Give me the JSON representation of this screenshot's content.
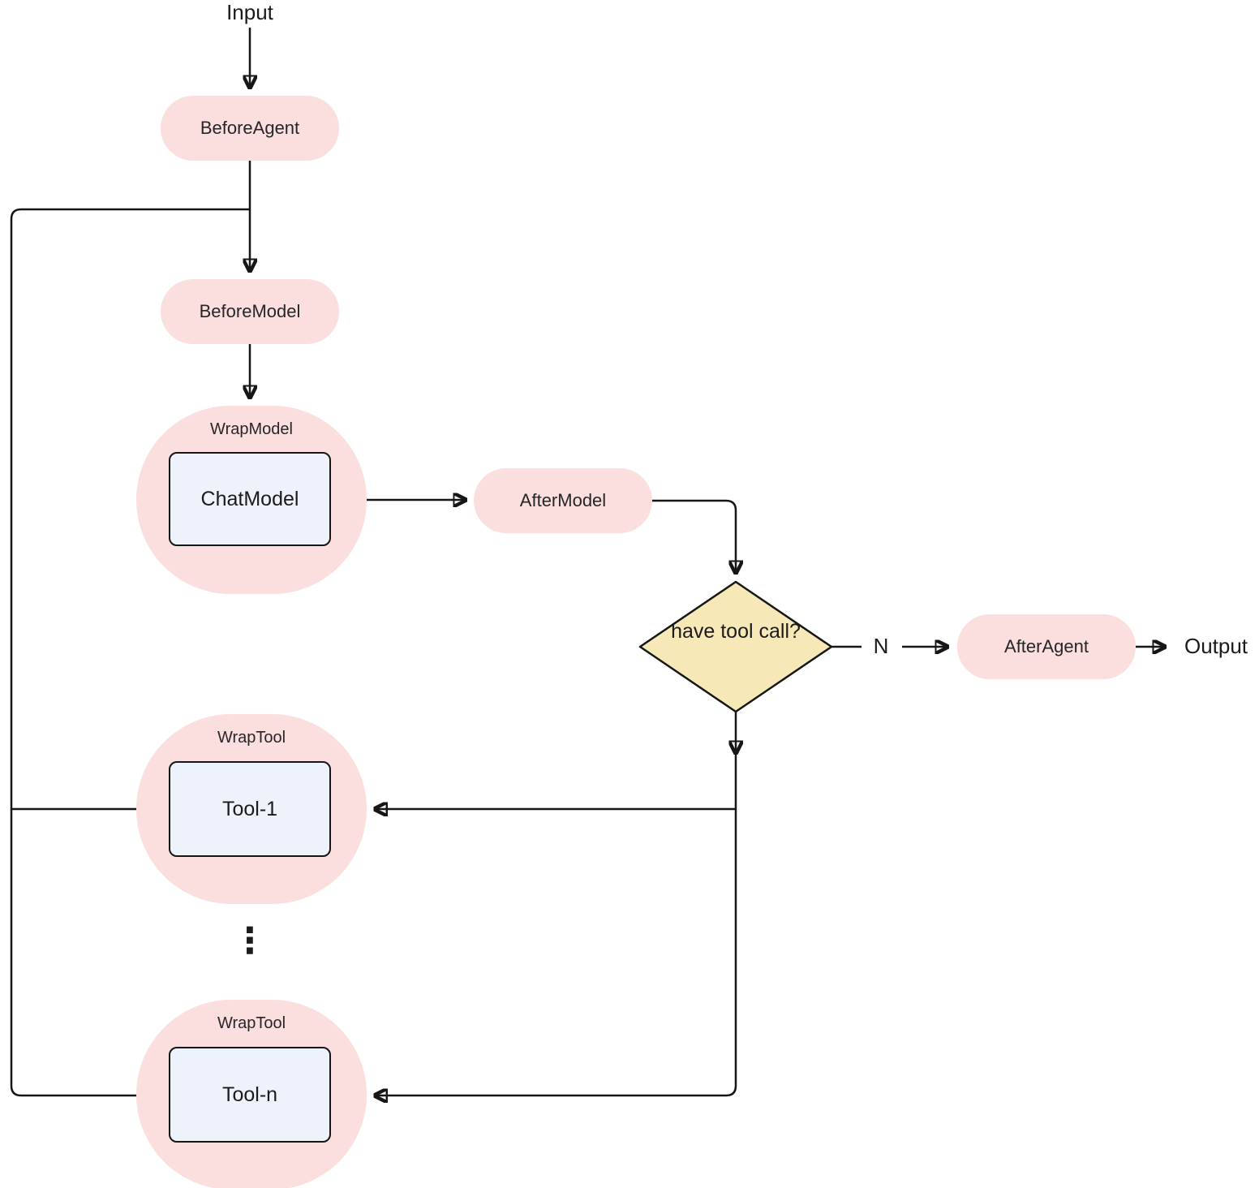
{
  "labels": {
    "input": "Input",
    "output": "Output",
    "branch_n": "N",
    "ellipsis": "⋮"
  },
  "nodes": {
    "before_agent": {
      "label": "BeforeAgent"
    },
    "before_model": {
      "label": "BeforeModel"
    },
    "wrap_model": {
      "label": "WrapModel",
      "inner": "ChatModel"
    },
    "after_model": {
      "label": "AfterModel"
    },
    "decision": {
      "label": "have tool call?"
    },
    "after_agent": {
      "label": "AfterAgent"
    },
    "wrap_tool_1": {
      "label": "WrapTool",
      "inner": "Tool-1"
    },
    "wrap_tool_n": {
      "label": "WrapTool",
      "inner": "Tool-n"
    }
  },
  "colors": {
    "node_fill": "#fbdede",
    "inner_box_fill": "#edf2fb",
    "inner_box_border": "#161616",
    "decision_fill": "#f7e8b8",
    "edge_stroke": "#161616"
  }
}
